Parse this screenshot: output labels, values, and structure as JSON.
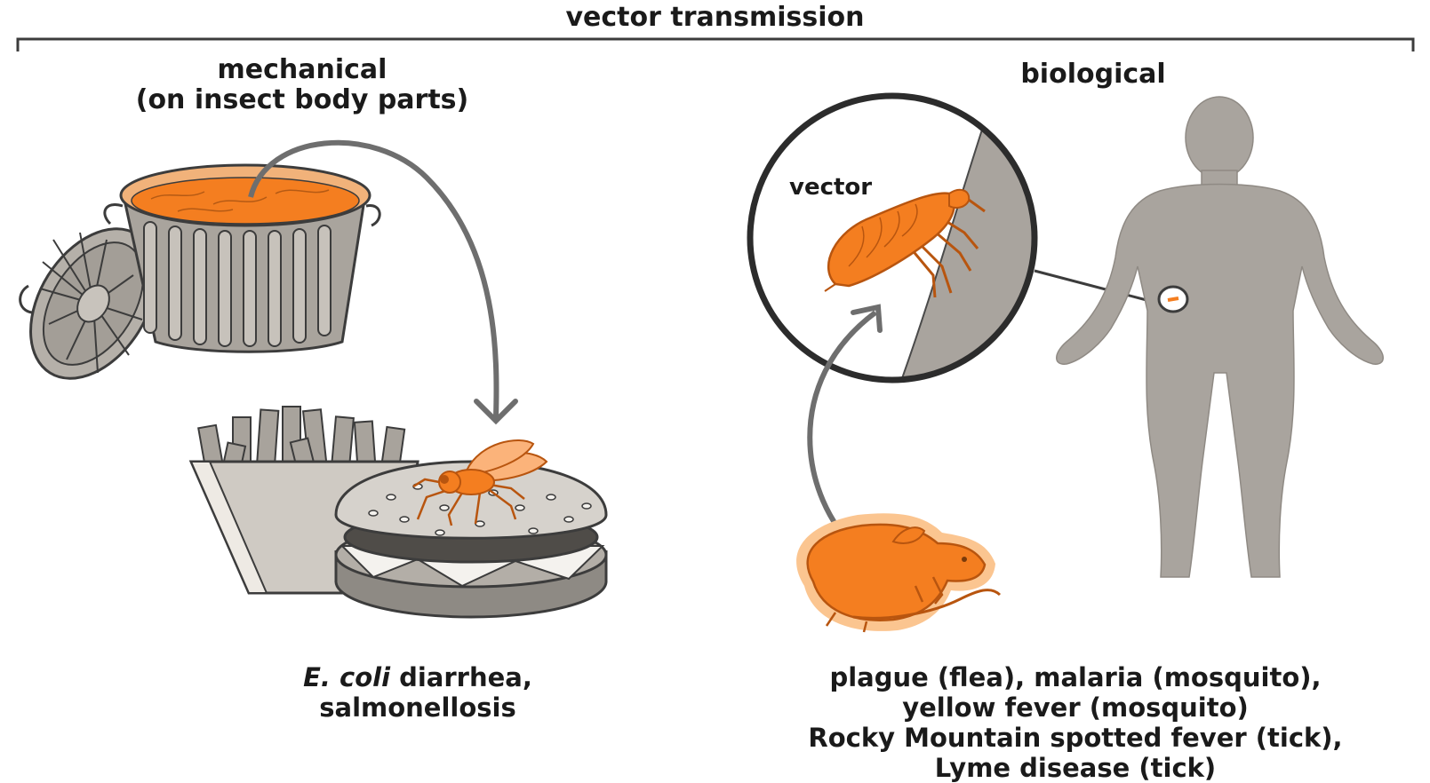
{
  "title": "vector transmission",
  "mechanical": {
    "line1": "mechanical",
    "line2": "(on insect body parts)",
    "examples": {
      "italic_part": "E. coli",
      "rest_line1": " diarrhea,",
      "line2": "salmonellosis"
    }
  },
  "biological": {
    "heading": "biological",
    "vector_label": "vector",
    "examples": [
      "plague (flea), malaria (mosquito),",
      "yellow fever (mosquito)",
      "Rocky Mountain spotted fever (tick),",
      "Lyme disease (tick)"
    ]
  },
  "colors": {
    "orange": "#f47e20",
    "light_orange": "#fbc590",
    "gray": "#a8a39c",
    "dark_gray": "#5c5c5c",
    "body_gray": "#a9a49e",
    "outline": "#3c3c3c"
  },
  "icons": [
    "trash-can-icon",
    "trash-lid-icon",
    "fries-icon",
    "burger-icon",
    "fly-icon",
    "flea-icon",
    "rat-icon",
    "human-figure-icon",
    "magnifier-circle-icon"
  ]
}
